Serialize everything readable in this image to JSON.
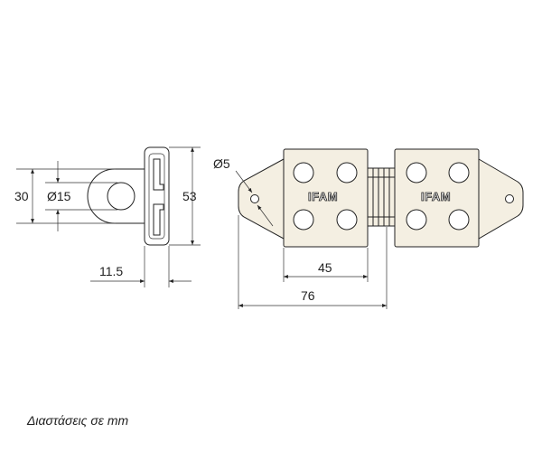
{
  "side_view": {
    "dim_height_outer": "30",
    "dim_diameter": "Ø15",
    "dim_height_total": "53",
    "dim_depth": "11.5"
  },
  "front_view": {
    "dim_hole": "Ø5",
    "dim_body_width": "45",
    "dim_total_width": "76",
    "brand_left": "IFAM",
    "brand_right": "IFAM"
  },
  "caption": "Διαστάσεις σε mm"
}
